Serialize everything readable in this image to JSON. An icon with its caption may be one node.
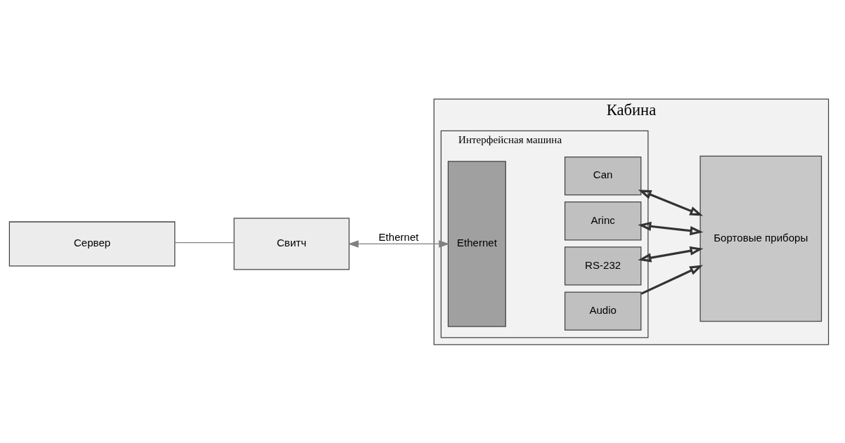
{
  "diagram": {
    "nodes": [
      {
        "text": [
          "Кабина"
        ]
      },
      {
        "text": [
          "Интерфейсная машина"
        ],
        "in": 0
      },
      {
        "text": [
          "Ethernet"
        ],
        "in": 1
      },
      {
        "text": [
          "Can"
        ],
        "in": 1
      },
      {
        "text": [
          "Arinc"
        ],
        "in": 1
      },
      {
        "text": [
          "RS-232"
        ],
        "in": 1
      },
      {
        "text": [
          "Audio"
        ],
        "in": 1
      },
      {
        "text": [
          "Бортовые приборы"
        ],
        "in": 0
      },
      {
        "text": [
          "Свитч"
        ]
      },
      {
        "text": [
          "Сервер"
        ]
      }
    ],
    "edges": [
      {
        "from": 8,
        "to": 2,
        "arrow": "both",
        "label": "Ethernet",
        "color": "#808080"
      },
      {
        "from": 3,
        "to": 7,
        "arrow": "both"
      },
      {
        "from": 4,
        "to": 7,
        "arrow": "both"
      },
      {
        "from": 5,
        "to": 7,
        "arrow": "both"
      },
      {
        "from": 6,
        "to": 7,
        "arrow": "to"
      },
      {
        "from": 8,
        "to": 9,
        "arrow": "none",
        "color": "#808080"
      }
    ]
  }
}
